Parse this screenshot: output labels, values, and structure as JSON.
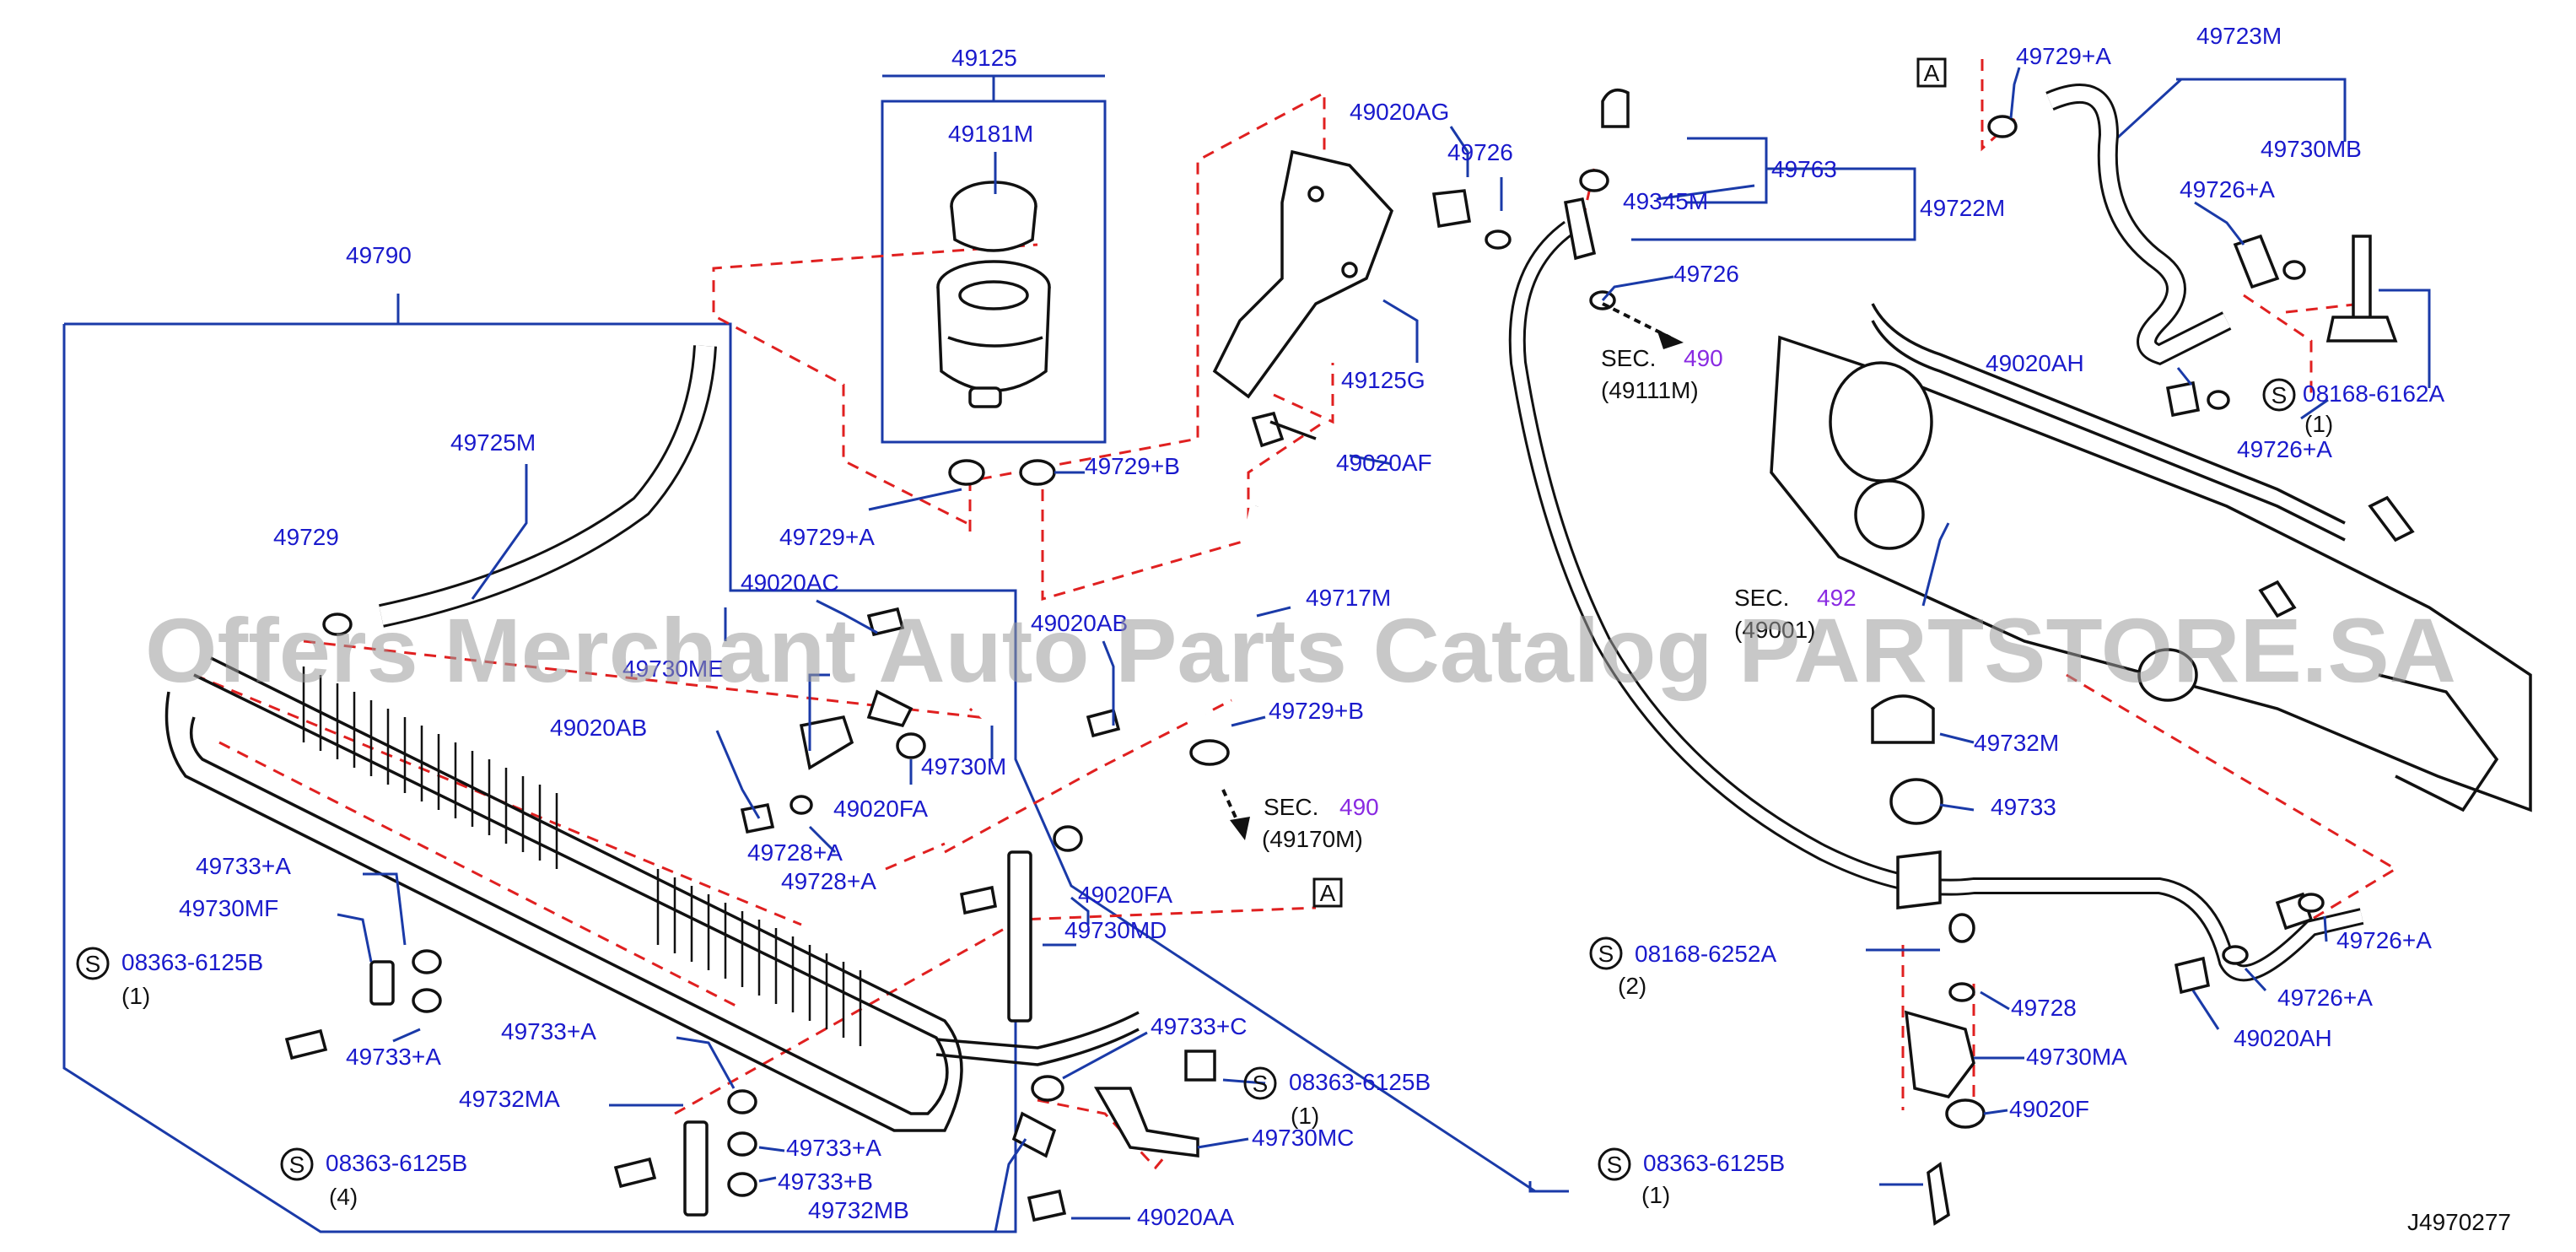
{
  "diagram_id": "J4970277",
  "watermark": "Offers Merchant Auto Parts Catalog PARTSTORE.SA",
  "callouts": {
    "c49125": "49125",
    "c49181M": "49181M",
    "c49790": "49790",
    "c49725M": "49725M",
    "c49729": "49729",
    "c49729A_top": "49729+A",
    "c49729B_top": "49729+B",
    "c49020AC": "49020AC",
    "c49020AB_mid": "49020AB",
    "c49730ME": "49730ME",
    "c49020AB_left": "49020AB",
    "c49730M": "49730M",
    "c49020FA_1": "49020FA",
    "c49728A_1": "49728+A",
    "c49728A_2": "49728+A",
    "c49020AG": "49020AG",
    "c49726_top": "49726",
    "c49125G": "49125G",
    "c49020AF": "49020AF",
    "c49717M": "49717M",
    "c49729B_mid": "49729+B",
    "c49020FA_2": "49020FA",
    "c49730MD": "49730MD",
    "c49733A_1": "49733+A",
    "c49730MF": "49730MF",
    "c08363_1": "08363-6125B",
    "c08363_1_qty": "(1)",
    "c49733A_2": "49733+A",
    "c49733A_3": "49733+A",
    "c49732MA": "49732MA",
    "c49733A_4": "49733+A",
    "c49733B": "49733+B",
    "c08363_4": "08363-6125B",
    "c08363_4_qty": "(4)",
    "c49732MB": "49732MB",
    "c49733C": "49733+C",
    "c08363_mid": "08363-6125B",
    "c08363_mid_qty": "(1)",
    "c49730MC": "49730MC",
    "c49020AA": "49020AA",
    "c49763": "49763",
    "c49345M": "49345M",
    "c49722M": "49722M",
    "c49726_mid": "49726",
    "c49729A_right": "49729+A",
    "c49723M": "49723M",
    "c49730MB": "49730MB",
    "c49726A_r1": "49726+A",
    "c49020AH_r": "49020AH",
    "c08168_6162": "08168-6162A",
    "c08168_6162_qty": "(1)",
    "c49726A_r2": "49726+A",
    "c49732M": "49732M",
    "c49733": "49733",
    "c08168_6252": "08168-6252A",
    "c08168_6252_qty": "(2)",
    "c49728": "49728",
    "c49730MA": "49730MA",
    "c49020F": "49020F",
    "c08363_br": "08363-6125B",
    "c08363_br_qty": "(1)",
    "c49726A_b1": "49726+A",
    "c49726A_b2": "49726+A",
    "c49020AH_b": "49020AH",
    "s_marker": "S",
    "ref_a": "A"
  },
  "sections": {
    "sec490a_label": "SEC.",
    "sec490a_num": "490",
    "sec490a_sub": "(49170M)",
    "sec490b_label": "SEC.",
    "sec490b_num": "490",
    "sec490b_sub": "(49111M)",
    "sec492_label": "SEC.",
    "sec492_num": "492",
    "sec492_sub": "(49001)"
  },
  "colors": {
    "callout": "#1a1acc",
    "leader": "#1a3aa8",
    "dashed_guide": "#e02020",
    "section_number": "#8a2be2",
    "part_outline": "#111111"
  }
}
